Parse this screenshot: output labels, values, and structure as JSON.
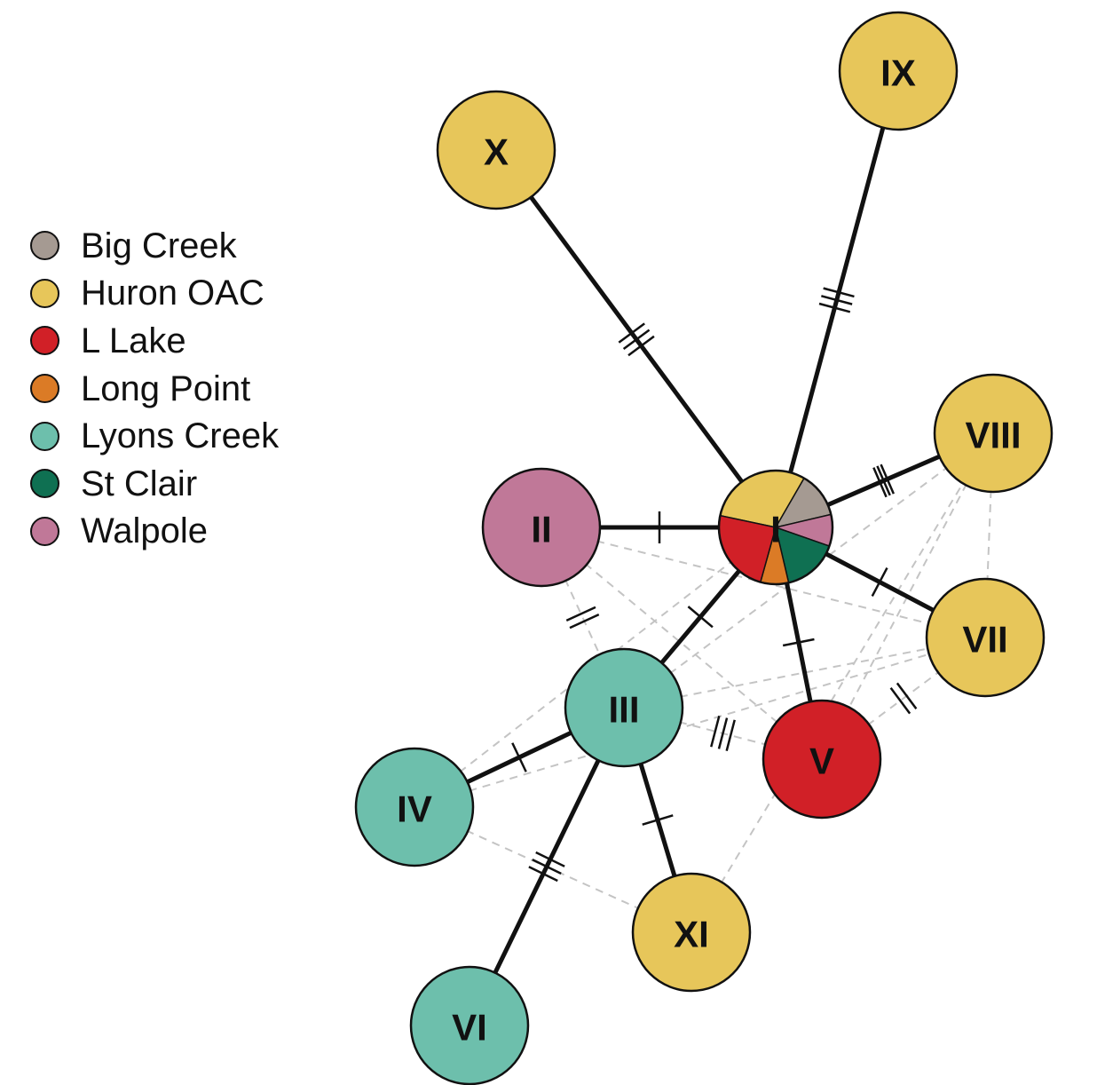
{
  "legend": {
    "items": [
      {
        "label": "Big Creek",
        "color": "#A59A92"
      },
      {
        "label": "Huron OAC",
        "color": "#E7C65A"
      },
      {
        "label": "L Lake",
        "color": "#D12027"
      },
      {
        "label": "Long Point",
        "color": "#DB7B26"
      },
      {
        "label": "Lyons Creek",
        "color": "#6DBFAC"
      },
      {
        "label": "St Clair",
        "color": "#0F7052"
      },
      {
        "label": "Walpole",
        "color": "#C07898"
      }
    ]
  },
  "network": {
    "nodes": [
      {
        "id": "I",
        "label": "I",
        "composition": [
          {
            "population": "Huron OAC",
            "share": 0.3
          },
          {
            "population": "Big Creek",
            "share": 0.13
          },
          {
            "population": "Walpole",
            "share": 0.09
          },
          {
            "population": "St Clair",
            "share": 0.16
          },
          {
            "population": "Long Point",
            "share": 0.08
          },
          {
            "population": "L Lake",
            "share": 0.24
          }
        ]
      },
      {
        "id": "II",
        "label": "II",
        "composition": [
          {
            "population": "Walpole",
            "share": 1
          }
        ]
      },
      {
        "id": "III",
        "label": "III",
        "composition": [
          {
            "population": "Lyons Creek",
            "share": 1
          }
        ]
      },
      {
        "id": "IV",
        "label": "IV",
        "composition": [
          {
            "population": "Lyons Creek",
            "share": 1
          }
        ]
      },
      {
        "id": "V",
        "label": "V",
        "composition": [
          {
            "population": "L Lake",
            "share": 1
          }
        ]
      },
      {
        "id": "VI",
        "label": "VI",
        "composition": [
          {
            "population": "Lyons Creek",
            "share": 1
          }
        ]
      },
      {
        "id": "VII",
        "label": "VII",
        "composition": [
          {
            "population": "Huron OAC",
            "share": 1
          }
        ]
      },
      {
        "id": "VIII",
        "label": "VIII",
        "composition": [
          {
            "population": "Huron OAC",
            "share": 1
          }
        ]
      },
      {
        "id": "IX",
        "label": "IX",
        "composition": [
          {
            "population": "Huron OAC",
            "share": 1
          }
        ]
      },
      {
        "id": "X",
        "label": "X",
        "composition": [
          {
            "population": "Huron OAC",
            "share": 1
          }
        ]
      },
      {
        "id": "XI",
        "label": "XI",
        "composition": [
          {
            "population": "Huron OAC",
            "share": 1
          }
        ]
      }
    ],
    "edges": [
      {
        "from": "I",
        "to": "X",
        "mutations": 3
      },
      {
        "from": "I",
        "to": "IX",
        "mutations": 3
      },
      {
        "from": "I",
        "to": "VIII",
        "mutations": 1
      },
      {
        "from": "I",
        "to": "II",
        "mutations": 1
      },
      {
        "from": "I",
        "to": "VII",
        "mutations": 1
      },
      {
        "from": "I",
        "to": "V",
        "mutations": 1
      },
      {
        "from": "I",
        "to": "III",
        "mutations": 1
      },
      {
        "from": "III",
        "to": "IV",
        "mutations": 1
      },
      {
        "from": "III",
        "to": "XI",
        "mutations": 1
      },
      {
        "from": "III",
        "to": "VI",
        "mutations": 3
      }
    ],
    "alternative_links": [
      {
        "from": "I",
        "to": "VIII",
        "mutations": 2
      },
      {
        "from": "II",
        "to": "III",
        "mutations": 2
      },
      {
        "from": "III",
        "to": "V",
        "mutations": 3
      },
      {
        "from": "V",
        "to": "VII",
        "mutations": 2
      },
      {
        "from": "II",
        "to": "I",
        "mutations": 0
      },
      {
        "from": "II",
        "to": "VII",
        "mutations": 0
      },
      {
        "from": "II",
        "to": "V",
        "mutations": 0
      },
      {
        "from": "III",
        "to": "VII",
        "mutations": 0
      },
      {
        "from": "III",
        "to": "VIII",
        "mutations": 0
      },
      {
        "from": "IV",
        "to": "I",
        "mutations": 0
      },
      {
        "from": "IV",
        "to": "VII",
        "mutations": 0
      },
      {
        "from": "IV",
        "to": "XI",
        "mutations": 0
      },
      {
        "from": "XI",
        "to": "VIII",
        "mutations": 0
      },
      {
        "from": "III",
        "to": "IV",
        "mutations": 0
      },
      {
        "from": "VIII",
        "to": "VII",
        "mutations": 0
      },
      {
        "from": "VIII",
        "to": "V",
        "mutations": 0
      },
      {
        "from": "I",
        "to": "V",
        "mutations": 0
      },
      {
        "from": "I",
        "to": "VII",
        "mutations": 0
      }
    ]
  }
}
